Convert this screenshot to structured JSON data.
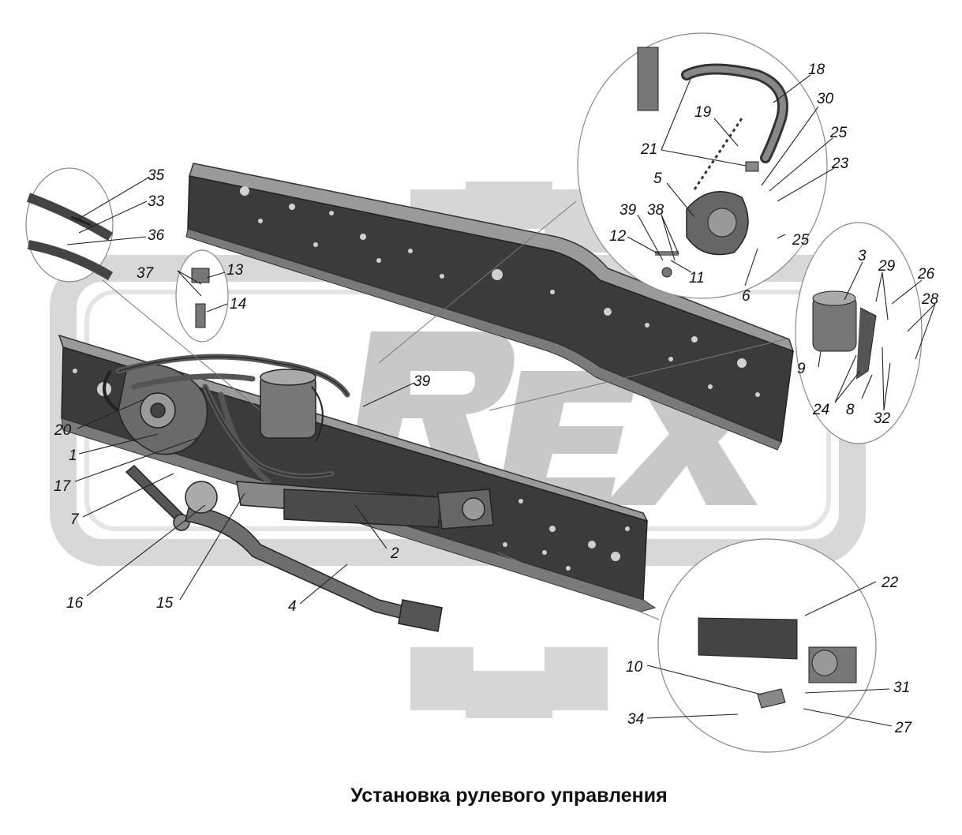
{
  "caption": "Установка рулевого управления",
  "watermark": {
    "text": "REX",
    "color": "#d0d0d0"
  },
  "colors": {
    "frame_dark": "#3a3a3a",
    "frame_light": "#8c8c8c",
    "line": "#333333"
  },
  "callouts": {
    "c1": "1",
    "c2": "2",
    "c3": "3",
    "c4": "4",
    "c5": "5",
    "c6": "6",
    "c7": "7",
    "c8": "8",
    "c9": "9",
    "c10": "10",
    "c11": "11",
    "c12": "12",
    "c13": "13",
    "c14": "14",
    "c15": "15",
    "c16": "16",
    "c17": "17",
    "c18": "18",
    "c19": "19",
    "c20": "20",
    "c21": "21",
    "c22": "22",
    "c23": "23",
    "c24": "24",
    "c25": "25",
    "c26": "26",
    "c27": "27",
    "c28": "28",
    "c29": "29",
    "c30": "30",
    "c31": "31",
    "c32": "32",
    "c33": "33",
    "c34": "34",
    "c35": "35",
    "c36": "36",
    "c37": "37",
    "c38": "38",
    "c39": "39"
  }
}
